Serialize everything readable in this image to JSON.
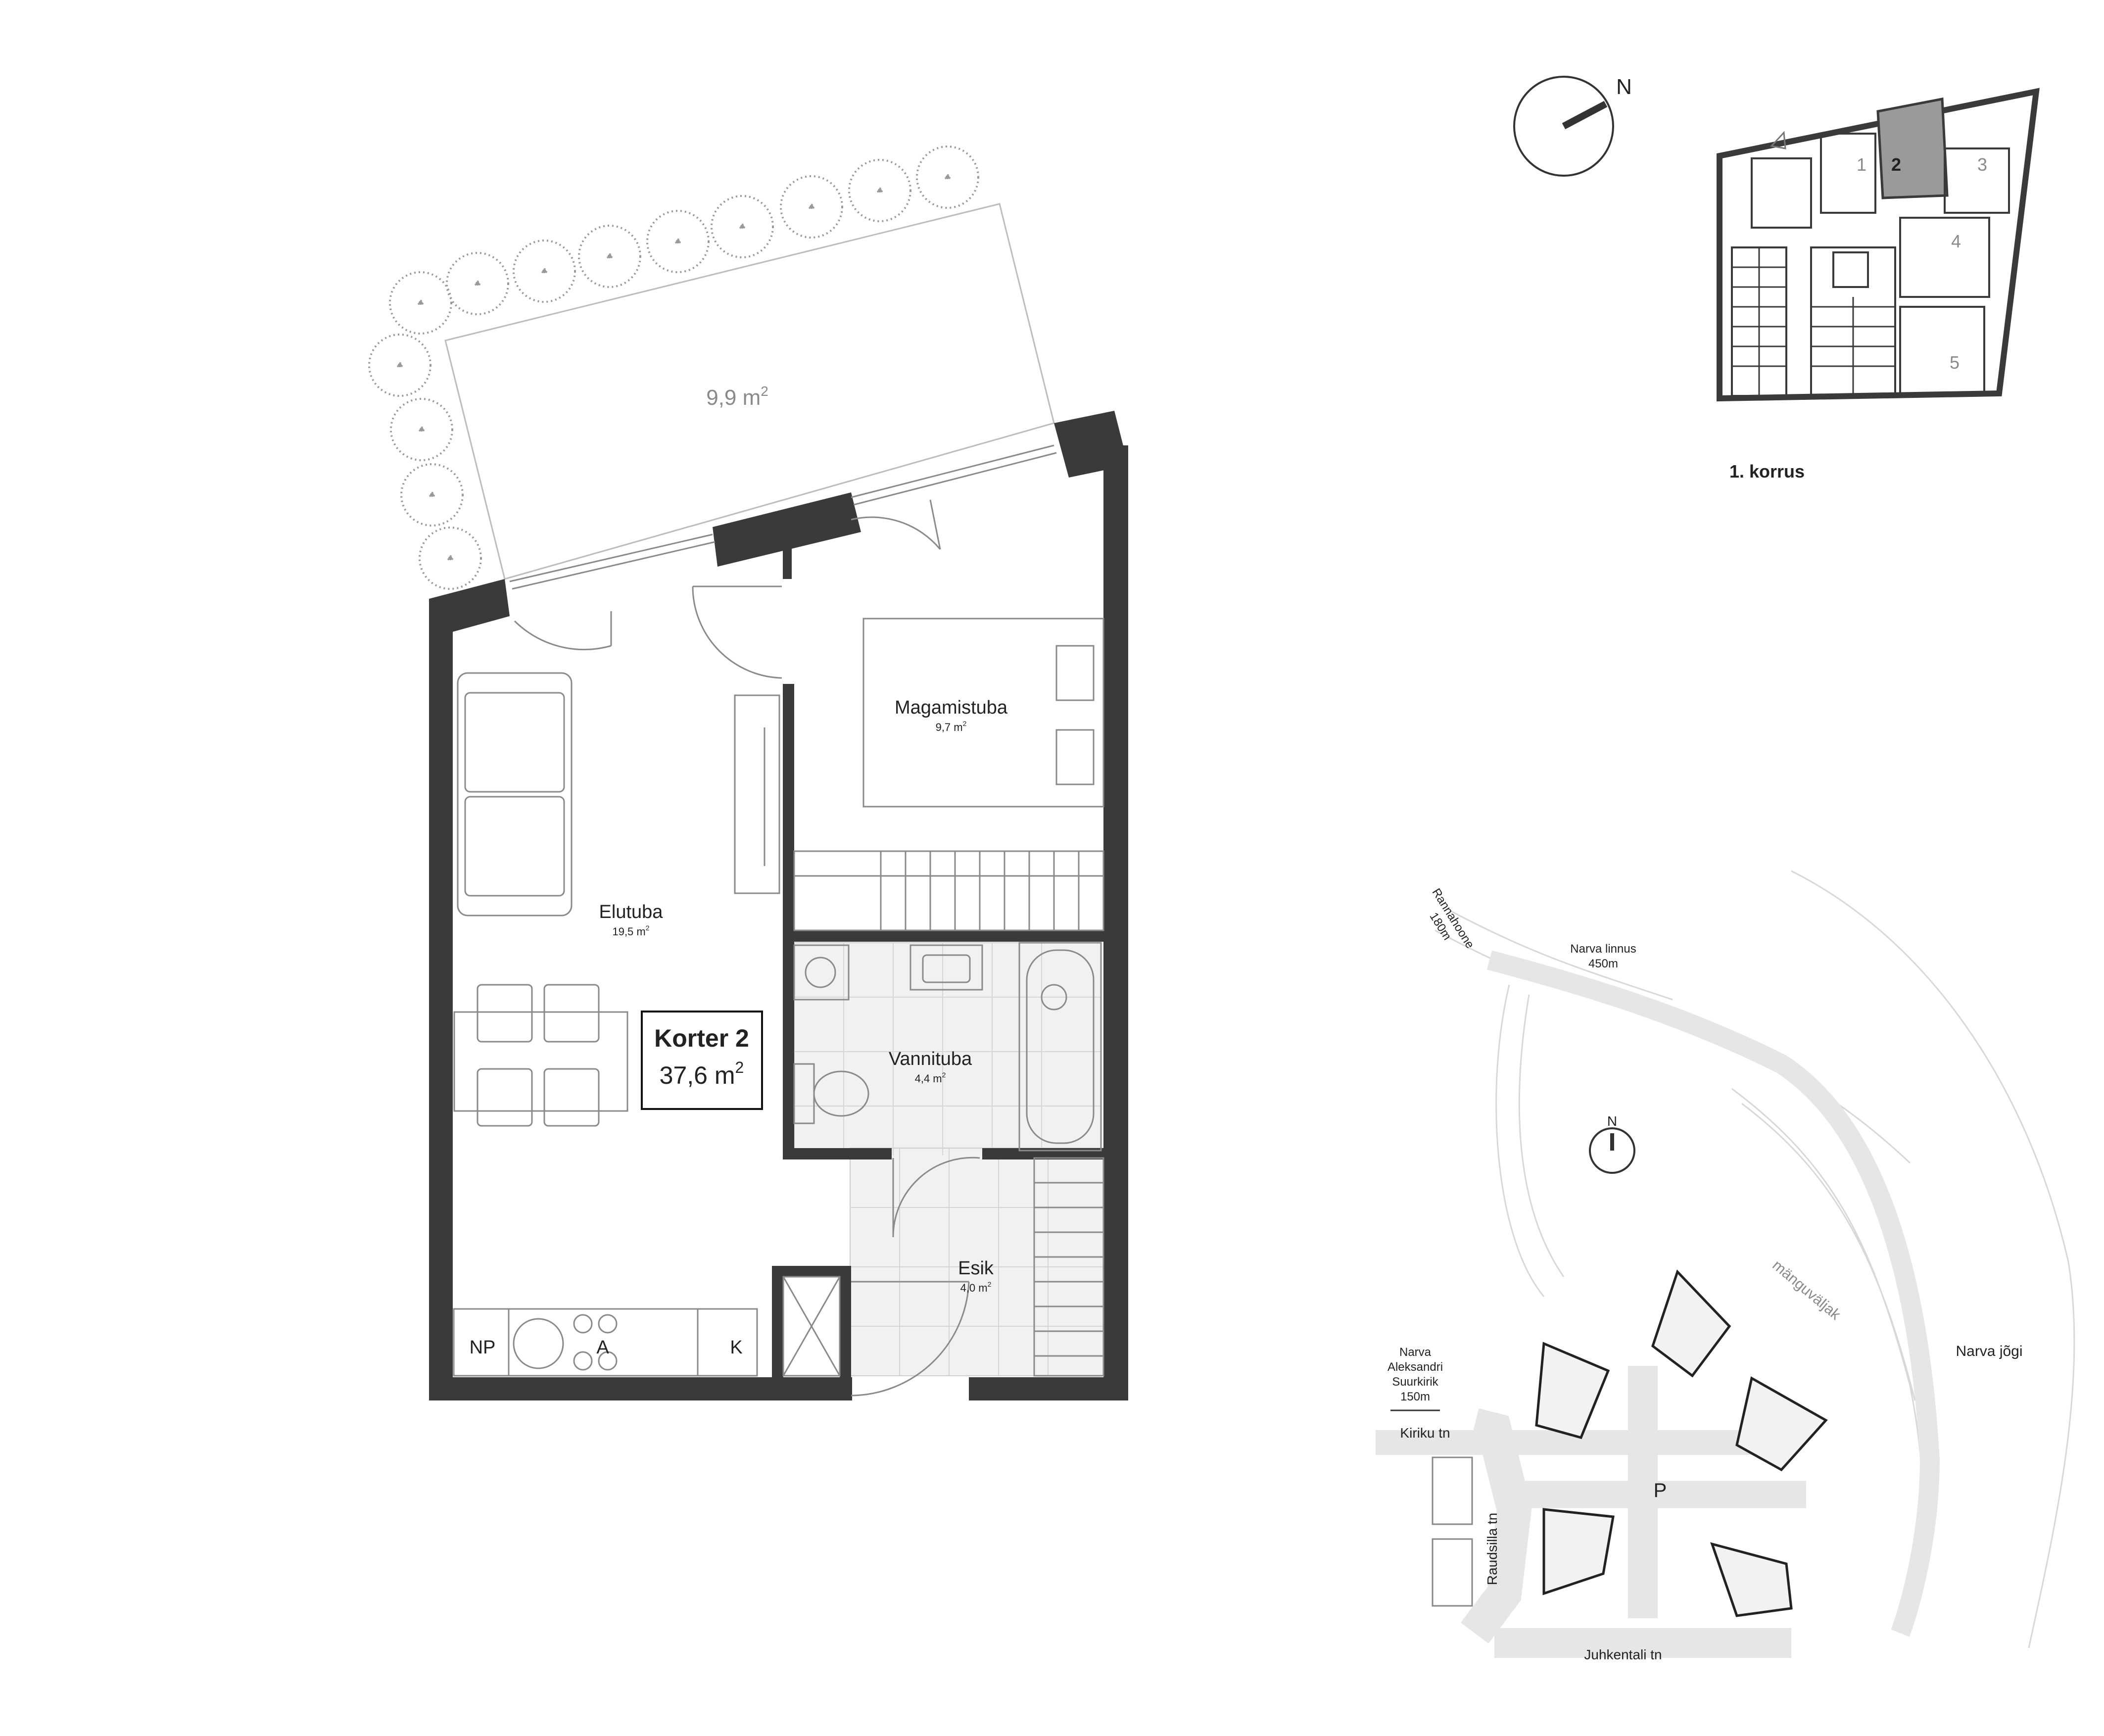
{
  "apartment": {
    "title": "Korter 2",
    "area_value": "37,6 m",
    "area_sup": "2"
  },
  "terrace": {
    "area_value": "9,9 m",
    "area_sup": "2"
  },
  "rooms": [
    {
      "name": "Elutuba",
      "area": "19,5 m",
      "sup": "2"
    },
    {
      "name": "Magamistuba",
      "area": "9,7 m",
      "sup": "2"
    },
    {
      "name": "Vannituba",
      "area": "4,4 m",
      "sup": "2"
    },
    {
      "name": "Esik",
      "area": "4,0 m",
      "sup": "2"
    }
  ],
  "kitchen_labels": {
    "np": "NP",
    "a": "A",
    "k": "K"
  },
  "compass": {
    "north": "N"
  },
  "key_plan": {
    "floor_label": "1. korrus",
    "units": [
      "1",
      "2",
      "3",
      "4",
      "5"
    ],
    "highlighted_unit": "2"
  },
  "site_plan": {
    "compass_north": "N",
    "playground": "mänguväljak",
    "river": "Narva jõgi",
    "parking": "P",
    "streets": {
      "kiriku": "Kiriku tn",
      "raudsilla": "Raudsilla tn",
      "juhkentali": "Juhkentali tn"
    },
    "pointers": {
      "rannahoone": [
        "Rannahoone",
        "180m"
      ],
      "linnus": [
        "Narva linnus",
        "450m"
      ],
      "kirik": [
        "Narva",
        "Aleksandri",
        "Suurkirik",
        "150m"
      ]
    }
  }
}
